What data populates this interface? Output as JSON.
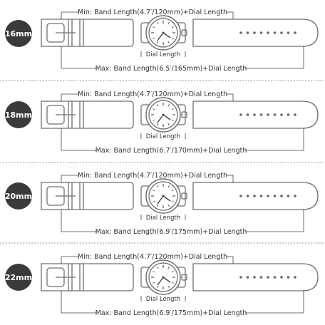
{
  "panels": [
    {
      "size_label": "16mm",
      "min_label": "Min: Band Length(4.7′/120mm)+Dial Length",
      "dial_label": "Dial Length",
      "max_label": "Max: Band Length(6.5′/165mm)+Dial Length"
    },
    {
      "size_label": "18mm",
      "min_label": "Min: Band Length(4.7′/120mm)+Dial Length",
      "dial_label": "Dial Length",
      "max_label": "Max: Band Length(6.7′/170mm)+Dial Length"
    },
    {
      "size_label": "20mm",
      "min_label": "Min: Band Length(4.7′/120mm)+Dial Length",
      "dial_label": "Dial Length",
      "max_label": "Max: Band Length(6.9′/175mm)+Dial Length"
    },
    {
      "size_label": "22mm",
      "min_label": "Min: Band Length(4.7′/120mm)+Dial Length",
      "dial_label": "Dial Length",
      "max_label": "Max: Band Length(6.9′/175mm)+Dial Length"
    }
  ],
  "colors": {
    "badge": "#3a3a3a",
    "text": "#333333",
    "drawing": "#6f6f6f",
    "separator": "#9a9a9a"
  }
}
